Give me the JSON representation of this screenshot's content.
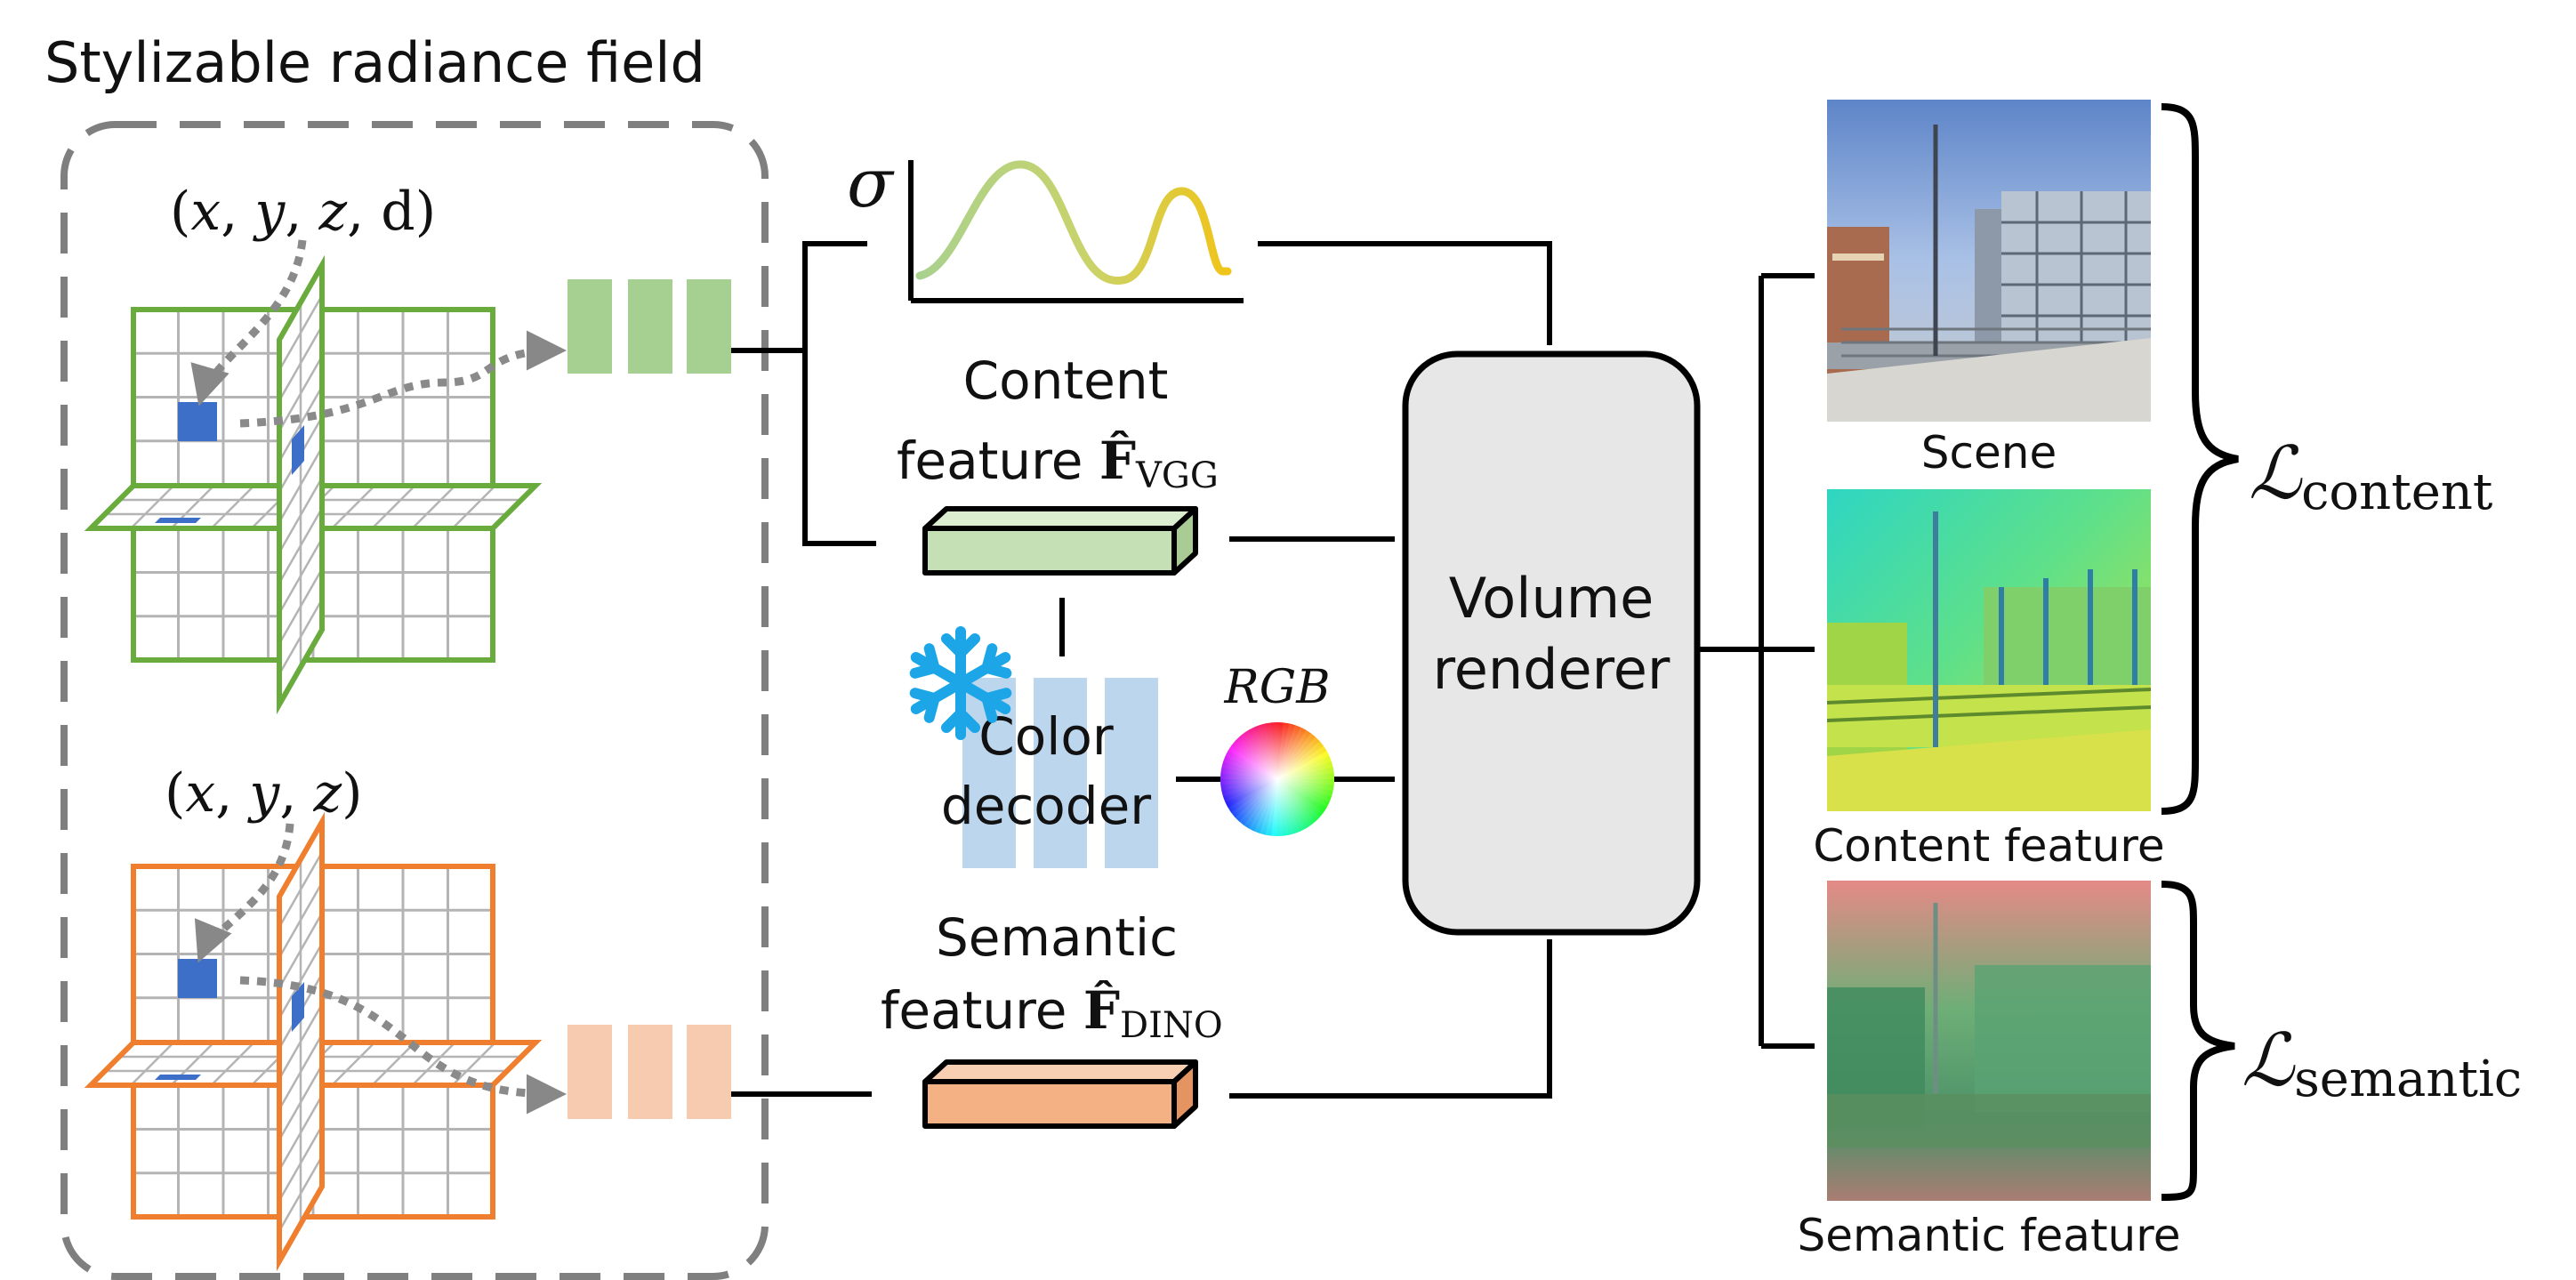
{
  "title": "Stylizable radiance field",
  "inputs": {
    "top": {
      "open": "(",
      "x": "x",
      "y": "y",
      "z": "z",
      "d": "d",
      "close": ")",
      "sep": ", "
    },
    "bottom": {
      "open": "(",
      "x": "x",
      "y": "y",
      "z": "z",
      "close": ")",
      "sep": ", "
    }
  },
  "sigma": "σ",
  "content_feature": {
    "line1": "Content",
    "line2": "feature",
    "symbol": "F̂",
    "subscript": "VGG"
  },
  "color_decoder": {
    "line1": "Color",
    "line2": "decoder"
  },
  "rgb": "RGB",
  "semantic_feature": {
    "line1": "Semantic",
    "line2": "feature",
    "symbol": "F̂",
    "subscript": "DINO"
  },
  "volume_renderer": {
    "line1": "Volume",
    "line2": "renderer"
  },
  "outputs": {
    "scene": "Scene",
    "content_feature": "Content feature",
    "semantic_feature": "Semantic feature"
  },
  "losses": {
    "content": {
      "symbol": "ℒ",
      "subscript": "content"
    },
    "semantic": {
      "symbol": "ℒ",
      "subscript": "semantic"
    }
  },
  "colors": {
    "green_grid": "#6aab3d",
    "orange_grid": "#ef7f2e",
    "mlp_green": "#a6cf92",
    "mlp_orange": "#f6cbb0",
    "decoder_blue": "#bcd6ee",
    "voxel_blue": "#3d6fc9",
    "content_box": "#c5e0b5",
    "semantic_box": "#f3b184",
    "renderer_fill": "#e7e7e7",
    "snowflake": "#1ca6e8"
  }
}
